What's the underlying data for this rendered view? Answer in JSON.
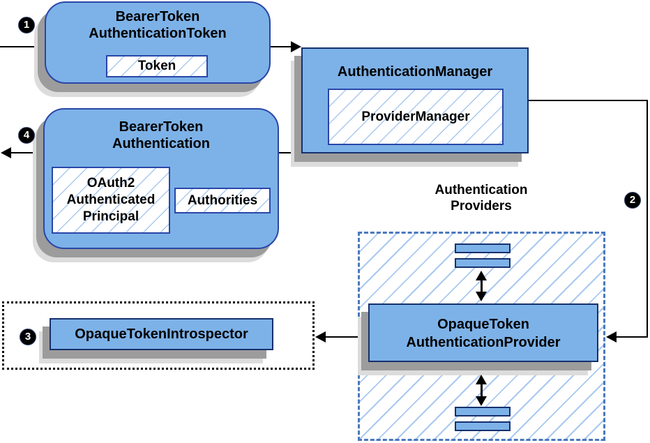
{
  "nodes": {
    "bearer_token_authentication_token": {
      "line1": "BearerToken",
      "line2": "AuthenticationToken",
      "token_label": "Token"
    },
    "authentication_manager": {
      "title": "AuthenticationManager",
      "provider_manager_label": "ProviderManager"
    },
    "bearer_token_authentication": {
      "line1": "BearerToken",
      "line2": "Authentication",
      "principal_lines": [
        "OAuth2",
        "Authenticated",
        "Principal"
      ],
      "authorities_label": "Authorities"
    },
    "opaque_token_introspector": {
      "title": "OpaqueTokenIntrospector"
    },
    "authentication_providers": {
      "heading_line1": "Authentication",
      "heading_line2": "Providers",
      "provider_line1": "OpaqueToken",
      "provider_line2": "AuthenticationProvider"
    }
  },
  "badges": {
    "step1": "1",
    "step2": "2",
    "step3": "3",
    "step4": "4"
  },
  "colors": {
    "node_fill": "#7db2e8",
    "node_border_dark": "#16306d",
    "node_border_royal": "#2946a8",
    "hatch_line": "#a9c9f0",
    "dashed_frame_border": "#4a78bd",
    "dotted_frame_border": "#000000",
    "connector": "#000000",
    "shadow_dark": "#9c9c9c",
    "shadow_light": "#dcdcdc",
    "badge_bg": "#000000",
    "badge_fg": "#ffffff"
  }
}
